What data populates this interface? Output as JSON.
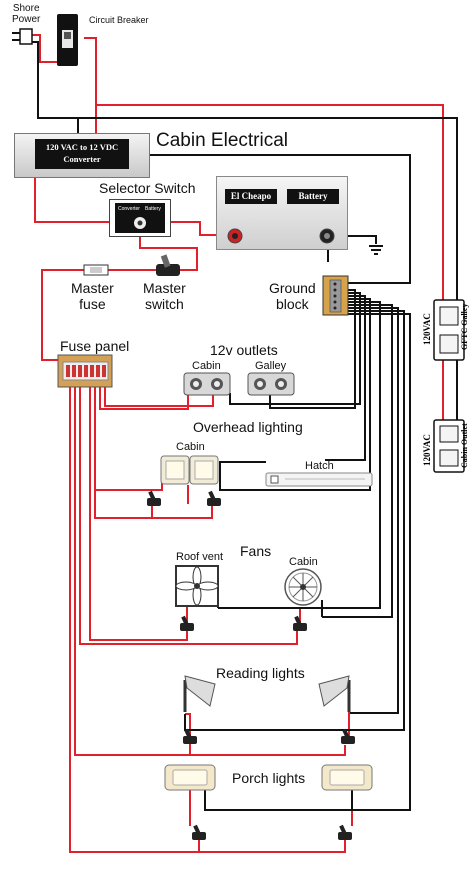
{
  "title": "Cabin Electrical",
  "components": {
    "shore_power": "Shore\nPower",
    "circuit_breaker": "Circuit Breaker",
    "converter": "120 VAC to 12 VDC\nConverter",
    "selector_switch": "Selector Switch",
    "selector_converter": "Converter",
    "selector_battery": "Battery",
    "battery_left": "El Cheapo",
    "battery_right": "Battery",
    "ground_block": "Ground\nblock",
    "master_fuse": "Master\nfuse",
    "master_switch": "Master\nswitch",
    "fuse_panel": "Fuse panel",
    "outlets_title": "12v outlets",
    "outlet_cabin": "Cabin",
    "outlet_galley": "Galley",
    "overhead_title": "Overhead lighting",
    "overhead_cabin": "Cabin",
    "hatch": "Hatch",
    "fans_title": "Fans",
    "fan_roof": "Roof vent",
    "fan_cabin": "Cabin",
    "reading_title": "Reading lights",
    "porch_title": "Porch lights",
    "ac_galley_left": "120VAC",
    "ac_galley_right": "GFTC Galley",
    "ac_cabin_left": "120VAC",
    "ac_cabin_right": "Cabin Outlet"
  },
  "colors": {
    "positive_wire": "#e0202b",
    "negative_wire": "#111111"
  }
}
